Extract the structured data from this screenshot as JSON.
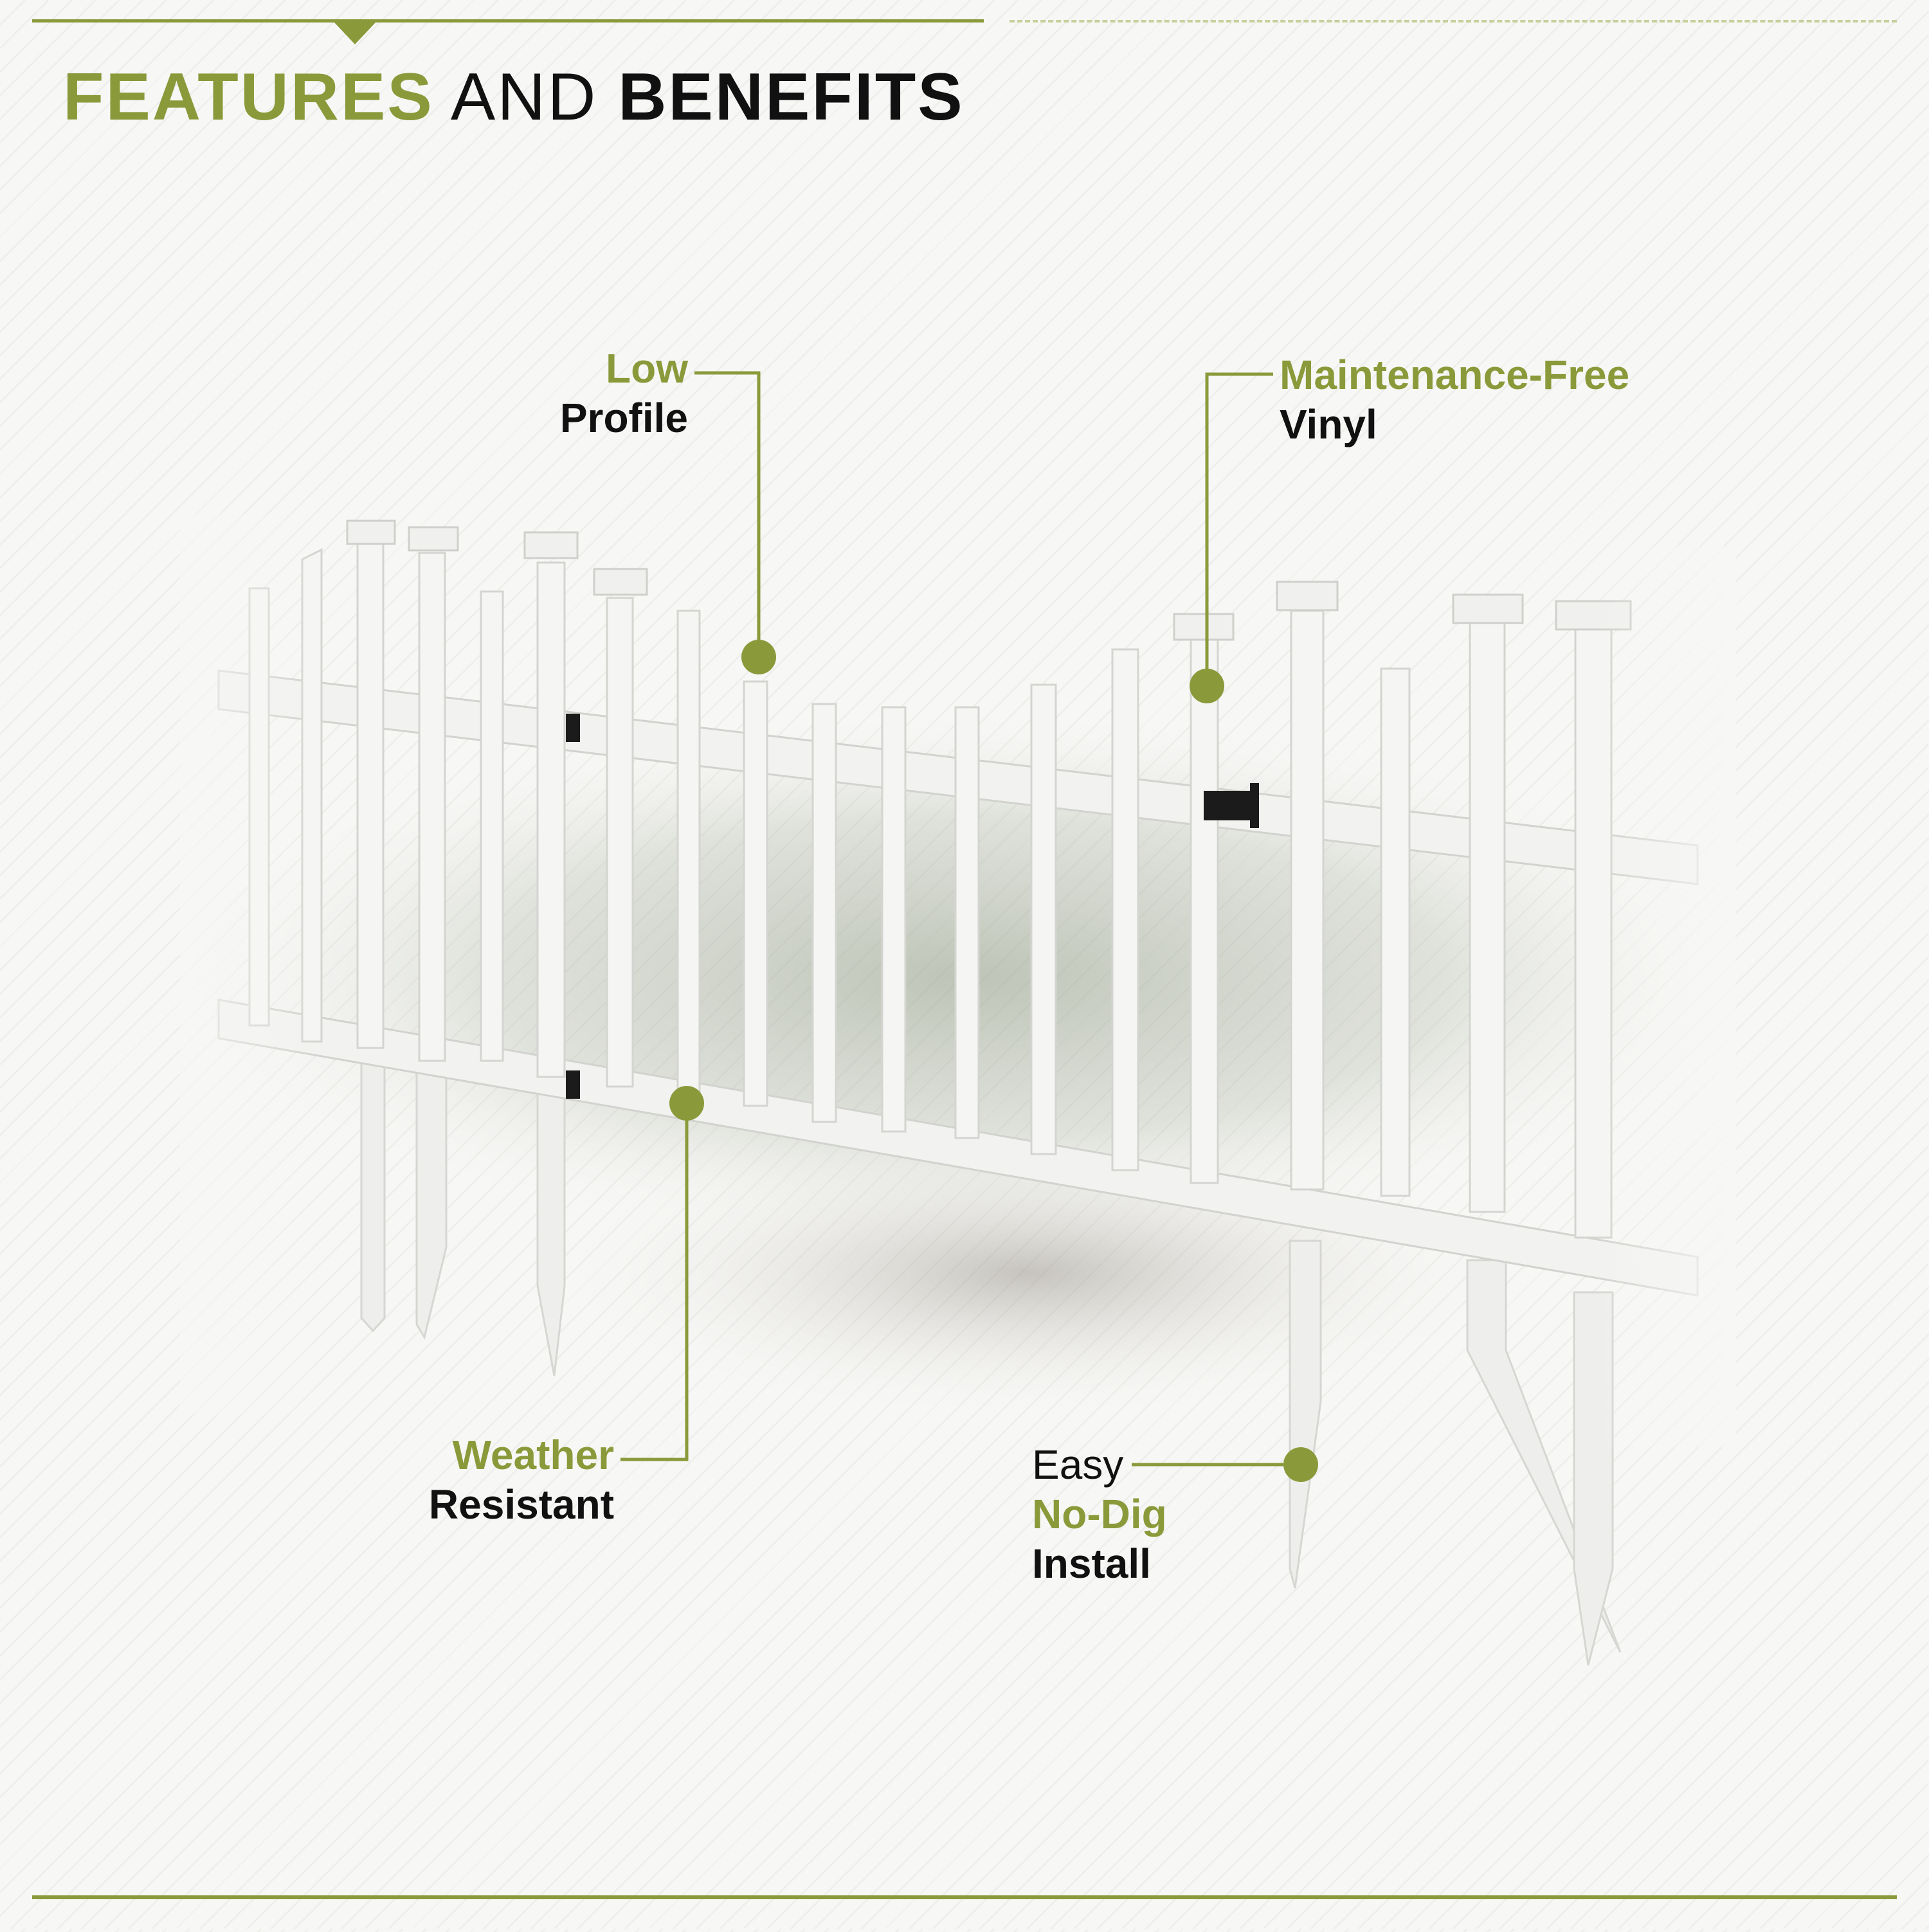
{
  "header": {
    "title_part1": "FEATURES",
    "title_part2": "AND",
    "title_part3": "BENEFITS"
  },
  "callouts": {
    "low_profile": {
      "line1": "Low",
      "line2": "Profile"
    },
    "maintenance_free": {
      "line1": "Maintenance-Free",
      "line2": "Vinyl"
    },
    "weather_resistant": {
      "line1": "Weather",
      "line2": "Resistant"
    },
    "easy_install": {
      "line1": "Easy",
      "line2": "No-Dig",
      "line3": "Install"
    }
  },
  "colors": {
    "accent": "#8a9a3a",
    "text_dark": "#111111",
    "fence_white": "#f4f4f2"
  }
}
